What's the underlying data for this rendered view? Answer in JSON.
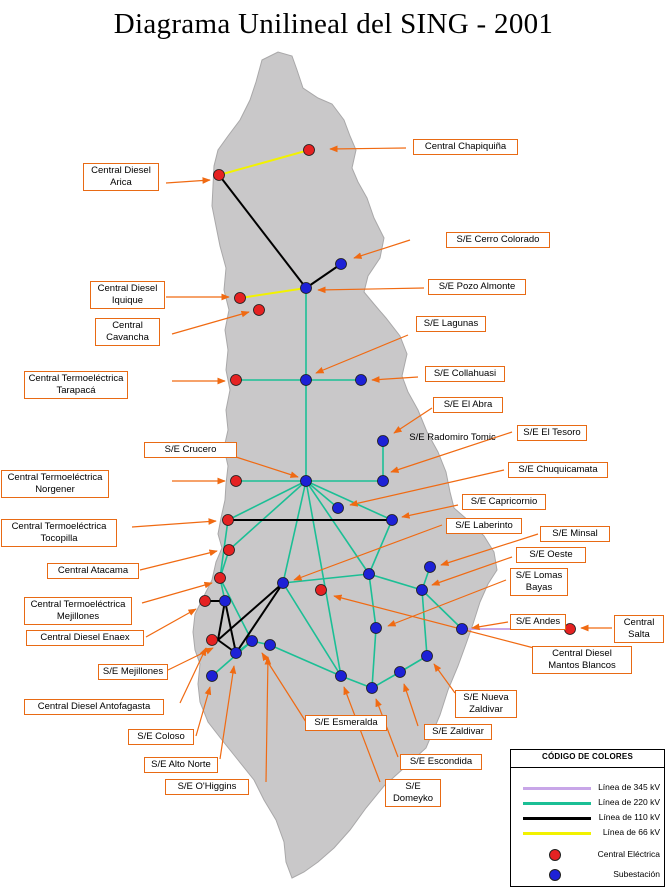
{
  "title": "Diagrama Unilineal del SING - 2001",
  "colors": {
    "territory": "#c9c8c9",
    "territory_edge": "#a9a8a9",
    "central_fill": "#e52222",
    "subestacion_fill": "#1d21d6",
    "arrow": "#f06a12",
    "line_345": "#c8a6e8",
    "line_220": "#1bbf95",
    "line_110": "#000000",
    "line_66": "#f2f200"
  },
  "labels": {
    "chapiquina": "Central Chapiquiña",
    "arica": [
      "Central Diesel",
      "Arica"
    ],
    "cerro_colorado": "S/E Cerro Colorado",
    "iquique": [
      "Central Diesel",
      "Iquique"
    ],
    "pozo_almonte": "S/E Pozo Almonte",
    "cavancha": [
      "Central",
      "Cavancha"
    ],
    "lagunas": "S/E Lagunas",
    "tarapaca": [
      "Central Termoeléctrica",
      "Tarapacá"
    ],
    "collahuasi": "S/E Collahuasi",
    "el_abra": "S/E El Abra",
    "radomiro_tomic": "S/E Radomiro Tomic",
    "el_tesoro": "S/E El Tesoro",
    "crucero": "S/E Crucero",
    "chuquicamata": "S/E Chuquicamata",
    "norgener": [
      "Central Termoeléctrica",
      "Norgener"
    ],
    "capricornio": "S/E Capricornio",
    "tocopilla": [
      "Central Termoeléctrica",
      "Tocopilla"
    ],
    "laberinto": "S/E Laberinto",
    "minsal": "S/E Minsal",
    "atacama": "Central Atacama",
    "oeste": "S/E Oeste",
    "lomas_bayas": [
      "S/E Lomas",
      "Bayas"
    ],
    "mejillones_central": [
      "Central Termoeléctrica",
      "Mejillones"
    ],
    "enaex": "Central Diesel Enaex",
    "andes": "S/E Andes",
    "salta": [
      "Central",
      "Salta"
    ],
    "mantos_blancos": [
      "Central Diesel",
      "Mantos Blancos"
    ],
    "mejillones_se": "S/E Mejillones",
    "antofagasta": "Central Diesel Antofagasta",
    "nueva_zaldivar": [
      "S/E Nueva",
      "Zaldivar"
    ],
    "esmeralda": "S/E Esmeralda",
    "zaldivar": "S/E Zaldivar",
    "coloso": "S/E Coloso",
    "escondida": "S/E Escondida",
    "alto_norte": "S/E Alto Norte",
    "ohiggins": "S/E O'Higgins",
    "domeyko": [
      "S/E",
      "Domeyko"
    ]
  },
  "legend": {
    "title": "CÓDIGO DE COLORES",
    "line_345": "Línea de 345 kV",
    "line_220": "Línea de 220 kV",
    "line_110": "Línea de 110 kV",
    "line_66": "Línea de  66 kV",
    "central": "Central Eléctrica",
    "subestacion": "Subestación"
  }
}
